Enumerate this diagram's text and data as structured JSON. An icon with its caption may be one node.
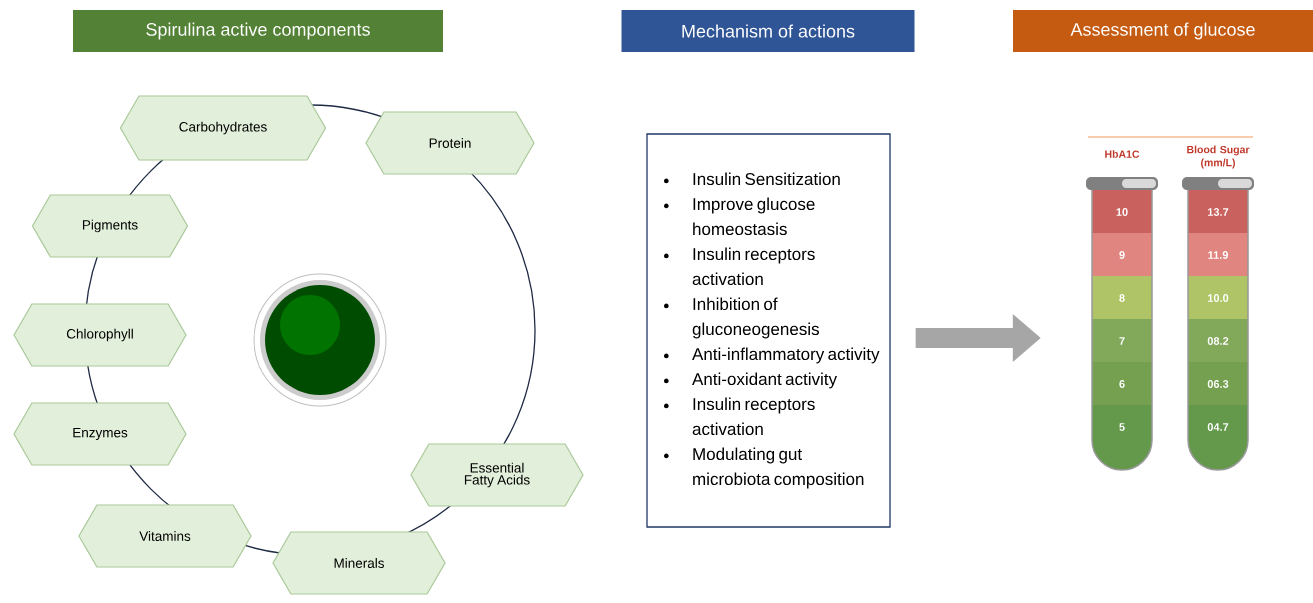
{
  "diagram": {
    "nodes": [
      {
        "text": [
          "Spirulina active components"
        ]
      },
      {
        "text": [
          "Mechanism of actions"
        ]
      },
      {
        "text": [
          "Assessment of glucose"
        ]
      },
      {
        "text": [
          "Carbohydrates"
        ]
      },
      {
        "text": [
          "Protein"
        ]
      },
      {
        "text": [
          "Pigments"
        ]
      },
      {
        "text": [
          "Chlorophyll"
        ]
      },
      {
        "text": [
          "Enzymes"
        ]
      },
      {
        "text": [
          "Essential Fatty Acids"
        ]
      },
      {
        "text": [
          "Vitamins"
        ]
      },
      {
        "text": [
          "Minerals"
        ]
      },
      {
        "text": [
          "Insulin Sensitization",
          "Improve glucose homeostasis",
          "Insulin receptors activation",
          "Inhibition of gluconeogenesis",
          "Anti-inflammatory activity",
          "Anti-oxidant activity",
          "Insulin receptors activation",
          "Modulating gut microbiota composition"
        ]
      },
      {
        "text": [],
        "shape": "picture",
        "beside": [
          "HbA1C",
          "Blood Sugar (mm/L)"
        ]
      }
    ],
    "edges": [
      {
        "from": 11,
        "to": 12,
        "arrow": "to"
      }
    ],
    "labels": [
      "10",
      "13.7",
      "9",
      "11.9",
      "8",
      "10.0",
      "7",
      "08.2",
      "6",
      "06.3",
      "5",
      "04.7"
    ]
  }
}
